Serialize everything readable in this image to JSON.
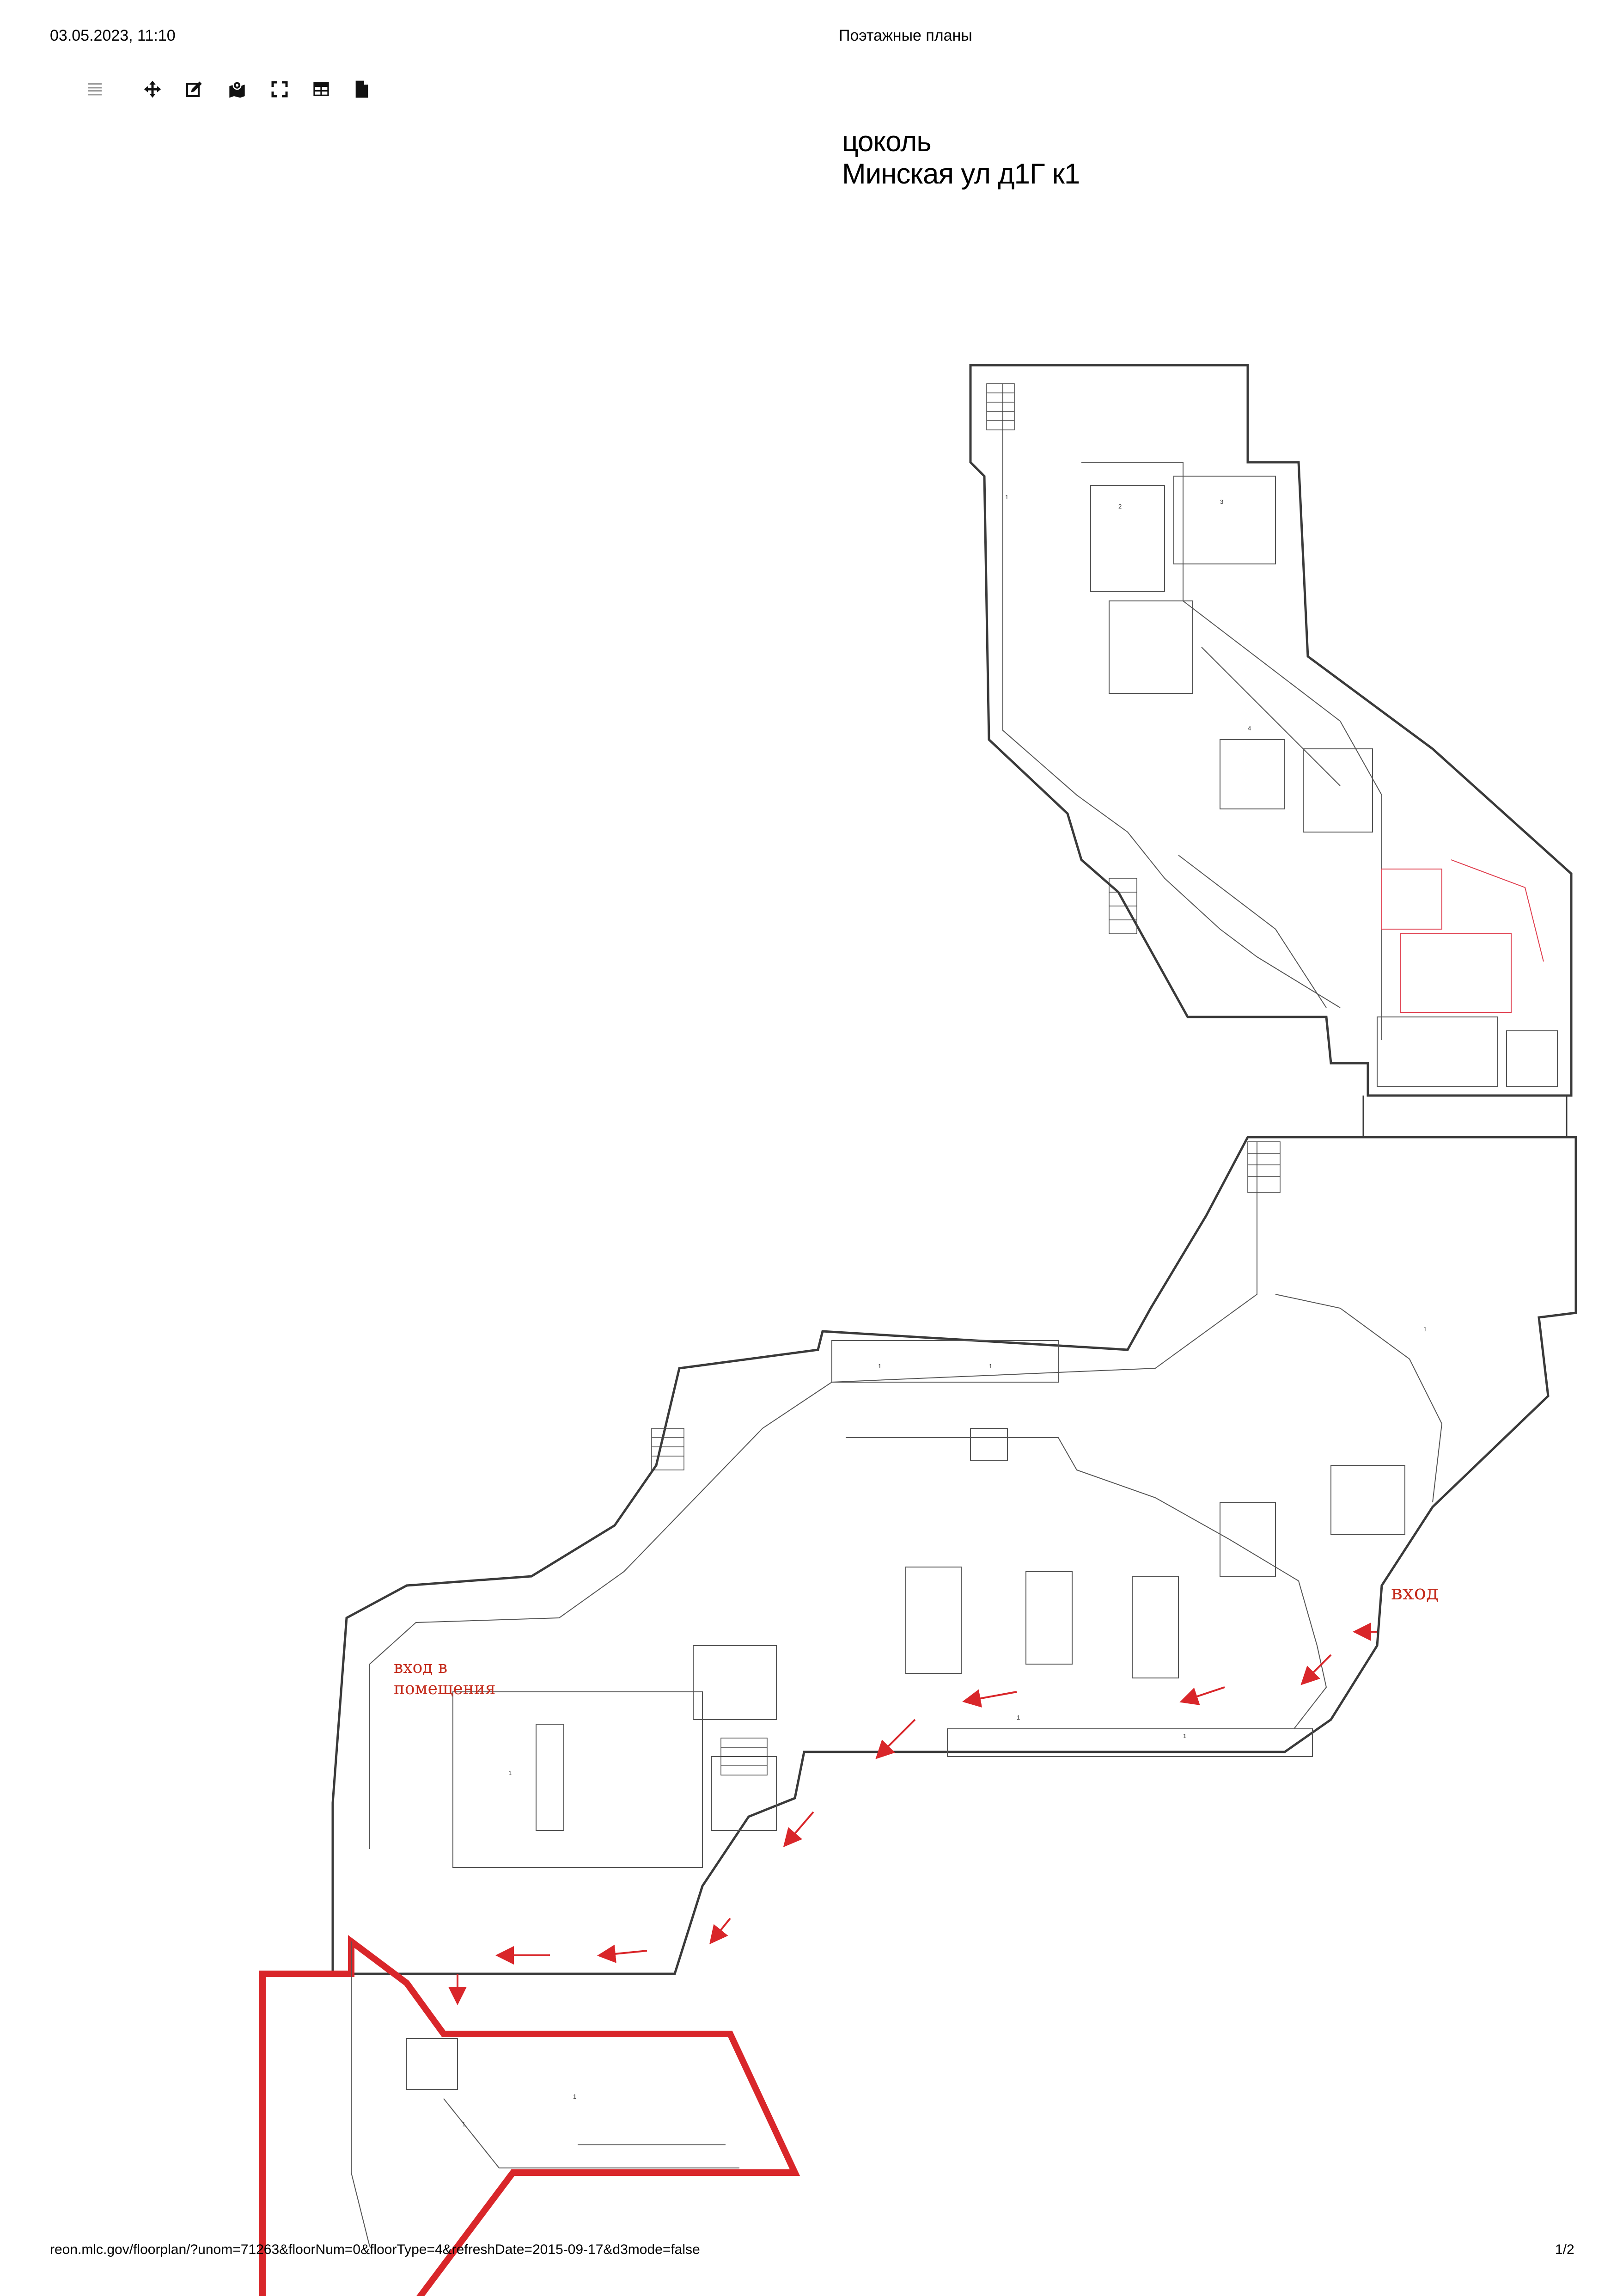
{
  "header": {
    "datetime": "03.05.2023, 11:10",
    "title": "Поэтажные планы"
  },
  "toolbar": {
    "tools": [
      {
        "icon": "menu-icon"
      },
      {
        "icon": "move-icon"
      },
      {
        "icon": "edit-icon"
      },
      {
        "icon": "map-marker-icon"
      },
      {
        "icon": "fullscreen-icon"
      },
      {
        "icon": "table-icon"
      },
      {
        "icon": "document-icon"
      }
    ]
  },
  "plan_title": {
    "floor": "цоколь",
    "address": "Минская ул д1Г к1"
  },
  "annotations": {
    "entrance": "вход",
    "premise_entrance_line1": "вход в",
    "premise_entrance_line2": "помещения"
  },
  "rooms": [
    "1",
    "2",
    "3",
    "4",
    "1",
    "1",
    "1",
    "1",
    "1",
    "1",
    "1",
    "1"
  ],
  "footer": {
    "url": "reon.mlc.gov/floorplan/?unom=71263&floorNum=0&floorType=4&refreshDate=2015-09-17&d3mode=false",
    "page": "1/2"
  },
  "colors": {
    "walls": "#3a3a3a",
    "annotation": "#c42b1c",
    "highlight": "#d9262a",
    "toolbar_icon": "#111111"
  }
}
